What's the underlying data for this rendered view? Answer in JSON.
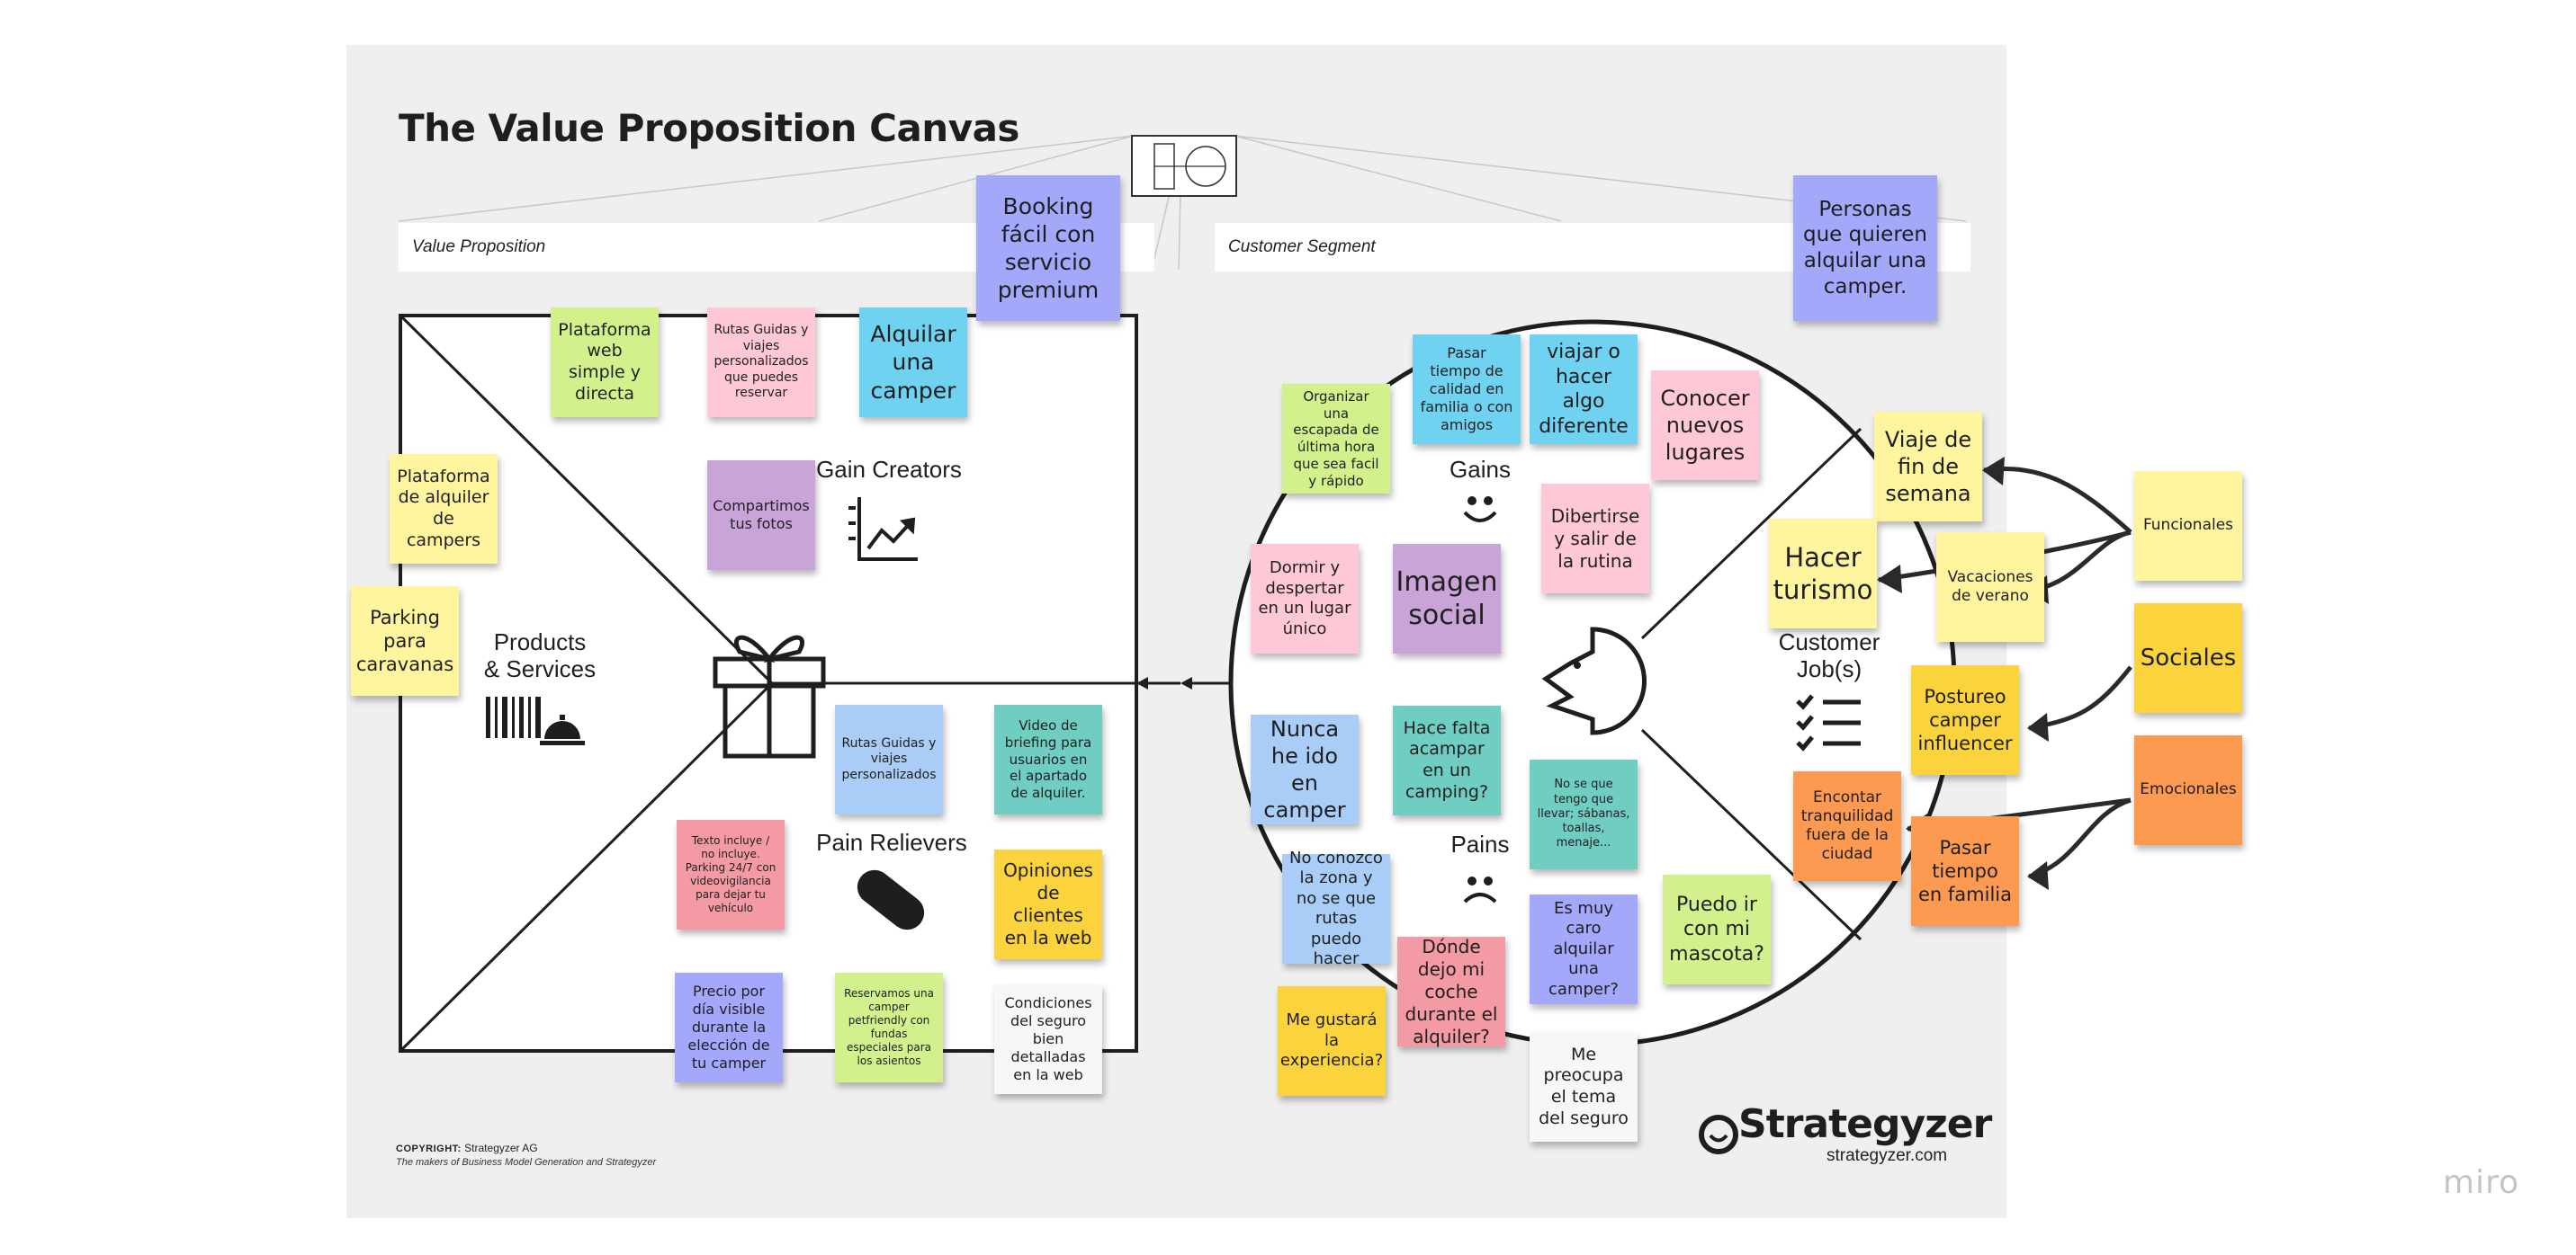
{
  "canvas": {
    "title": "The Value Proposition Canvas",
    "value_proposition_label": "Value Proposition",
    "customer_segment_label": "Customer Segment"
  },
  "sections": {
    "products_services": "Products\n& Services",
    "gain_creators": "Gain Creators",
    "pain_relievers": "Pain Relievers",
    "gains": "Gains",
    "pains": "Pains",
    "customer_jobs": "Customer\nJob(s)"
  },
  "colors": {
    "blue": "#a3a8fb",
    "cyan": "#6fd2f0",
    "yellow": "#fff59e",
    "lime": "#d2f08c",
    "pink": "#ffc8d6",
    "purple": "#c9a4d8",
    "lightblue": "#a9cdf6",
    "teal": "#6fcdc2",
    "red": "#f39aa4",
    "gold": "#fad33d",
    "white": "#f7f7f7",
    "orange": "#fb9a50",
    "softyellow": "#fff59e"
  },
  "notes": [
    {
      "id": "booking",
      "text": "Booking fácil con servicio premium",
      "color": "blue"
    },
    {
      "id": "personas",
      "text": "Personas que quieren alquilar una camper.",
      "color": "blue"
    },
    {
      "id": "plataforma-web",
      "text": "Plataforma web simple y directa",
      "color": "lime"
    },
    {
      "id": "rutas-guidas-1",
      "text": "Rutas Guidas y viajes personalizados que puedes reservar",
      "color": "pink"
    },
    {
      "id": "alquilar",
      "text": "Alquilar una camper",
      "color": "cyan"
    },
    {
      "id": "plataforma-alquiler",
      "text": "Plataforma de alquiler de campers",
      "color": "yellow"
    },
    {
      "id": "parking",
      "text": "Parking para caravanas",
      "color": "yellow"
    },
    {
      "id": "compartimos",
      "text": "Compartimos tus fotos",
      "color": "purple"
    },
    {
      "id": "rutas-guidas-2",
      "text": "Rutas Guidas y viajes personalizados",
      "color": "lightblue"
    },
    {
      "id": "video-briefing",
      "text": "Video de briefing para usuarios en el apartado de alquiler.",
      "color": "teal"
    },
    {
      "id": "texto-incluye",
      "text": "Texto incluye / no incluye. Parking 24/7 con videovigilancia para dejar tu vehículo",
      "color": "red"
    },
    {
      "id": "opiniones",
      "text": "Opiniones de clientes en la web",
      "color": "gold"
    },
    {
      "id": "precio",
      "text": "Precio por día visible durante la elección de tu camper",
      "color": "blue"
    },
    {
      "id": "reservamos",
      "text": "Reservamos una camper petfriendly con fundas especiales para los asientos",
      "color": "lime"
    },
    {
      "id": "condiciones",
      "text": "Condiciones del seguro bien detalladas en la web",
      "color": "white"
    },
    {
      "id": "pasar-tiempo-calidad",
      "text": "Pasar tiempo de calidad en familia o con amigos",
      "color": "cyan"
    },
    {
      "id": "viajar",
      "text": "viajar o hacer algo diferente",
      "color": "cyan"
    },
    {
      "id": "conocer",
      "text": "Conocer nuevos lugares",
      "color": "pink"
    },
    {
      "id": "organizar",
      "text": "Organizar una escapada de última hora que sea facil y rápido",
      "color": "lime"
    },
    {
      "id": "dormir",
      "text": "Dormir y despertar en un lugar único",
      "color": "pink"
    },
    {
      "id": "imagen-social",
      "text": "Imagen social",
      "color": "purple"
    },
    {
      "id": "divertirse",
      "text": "Dibertirse y salir de la rutina",
      "color": "pink"
    },
    {
      "id": "viaje-fin",
      "text": "Viaje de fin de semana",
      "color": "softyellow"
    },
    {
      "id": "hacer-turismo",
      "text": "Hacer turismo",
      "color": "softyellow"
    },
    {
      "id": "vacaciones",
      "text": "Vacaciones de verano",
      "color": "softyellow"
    },
    {
      "id": "postureo",
      "text": "Postureo camper influencer",
      "color": "gold"
    },
    {
      "id": "encontrar",
      "text": "Encontar tranquilidad fuera de la ciudad",
      "color": "orange"
    },
    {
      "id": "pasar-familia",
      "text": "Pasar tiempo en familia",
      "color": "orange"
    },
    {
      "id": "nunca",
      "text": "Nunca he ido en camper",
      "color": "lightblue"
    },
    {
      "id": "hace-falta",
      "text": "Hace falta acampar en un camping?",
      "color": "teal"
    },
    {
      "id": "no-se",
      "text": "No se que tengo que llevar; sábanas, toallas, menaje...",
      "color": "teal"
    },
    {
      "id": "no-conozco",
      "text": "No conozco la zona y no se que rutas puedo hacer",
      "color": "lightblue"
    },
    {
      "id": "puedo-ir",
      "text": "Puedo ir con mi mascota?",
      "color": "lime"
    },
    {
      "id": "es-muy-caro",
      "text": "Es muy caro alquilar una camper?",
      "color": "blue"
    },
    {
      "id": "donde-dejo",
      "text": "Dónde dejo mi coche durante el alquiler?",
      "color": "red"
    },
    {
      "id": "me-gustara",
      "text": "Me gustará la experiencia?",
      "color": "gold"
    },
    {
      "id": "me-preocupa",
      "text": "Me preocupa el tema del seguro",
      "color": "white"
    },
    {
      "id": "funcionales",
      "text": "Funcionales",
      "color": "softyellow"
    },
    {
      "id": "sociales",
      "text": "Sociales",
      "color": "gold"
    },
    {
      "id": "emocionales",
      "text": "Emocionales",
      "color": "orange"
    }
  ],
  "footer": {
    "copyright_label": "COPYRIGHT:",
    "copyright_owner": " Strategyzer AG",
    "tagline": "The makers of Business Model Generation and Strategyzer",
    "brand": "Strategyzer",
    "brand_url": "strategyzer.com"
  },
  "watermark": "miro"
}
